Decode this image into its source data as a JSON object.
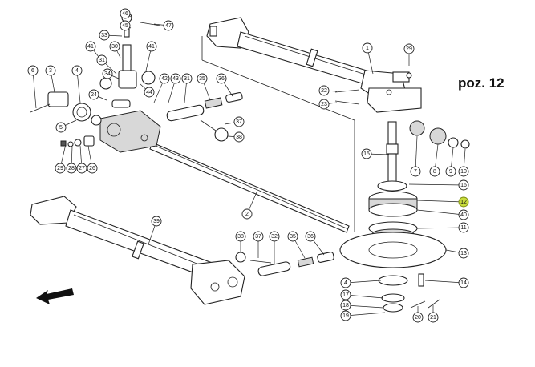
{
  "title": "poz. 12",
  "highlight_color": "#c8dc3c",
  "callouts": [
    {
      "id": "c46",
      "label": "46"
    },
    {
      "id": "c45",
      "label": "45"
    },
    {
      "id": "c47",
      "label": "47"
    },
    {
      "id": "c33",
      "label": "33"
    },
    {
      "id": "c41a",
      "label": "41"
    },
    {
      "id": "c30",
      "label": "30"
    },
    {
      "id": "c31a",
      "label": "31"
    },
    {
      "id": "c41b",
      "label": "41"
    },
    {
      "id": "c34",
      "label": "34"
    },
    {
      "id": "c44",
      "label": "44"
    },
    {
      "id": "c6",
      "label": "6"
    },
    {
      "id": "c3",
      "label": "3"
    },
    {
      "id": "c4",
      "label": "4"
    },
    {
      "id": "c24",
      "label": "24"
    },
    {
      "id": "c42",
      "label": "42"
    },
    {
      "id": "c43",
      "label": "43"
    },
    {
      "id": "c31b",
      "label": "31"
    },
    {
      "id": "c35a",
      "label": "35"
    },
    {
      "id": "c36a",
      "label": "36"
    },
    {
      "id": "c37a",
      "label": "37"
    },
    {
      "id": "c38a",
      "label": "38"
    },
    {
      "id": "c5",
      "label": "5"
    },
    {
      "id": "c29a",
      "label": "29"
    },
    {
      "id": "c28",
      "label": "28"
    },
    {
      "id": "c27",
      "label": "27"
    },
    {
      "id": "c26",
      "label": "26"
    },
    {
      "id": "c1",
      "label": "1"
    },
    {
      "id": "c29b",
      "label": "29"
    },
    {
      "id": "c22",
      "label": "22"
    },
    {
      "id": "c23",
      "label": "23"
    },
    {
      "id": "c15",
      "label": "15"
    },
    {
      "id": "c7",
      "label": "7"
    },
    {
      "id": "c8",
      "label": "8"
    },
    {
      "id": "c9",
      "label": "9"
    },
    {
      "id": "c10",
      "label": "10"
    },
    {
      "id": "c16",
      "label": "16"
    },
    {
      "id": "c12",
      "label": "12"
    },
    {
      "id": "c40",
      "label": "40"
    },
    {
      "id": "c11",
      "label": "11"
    },
    {
      "id": "c13",
      "label": "13"
    },
    {
      "id": "c2",
      "label": "2"
    },
    {
      "id": "c39",
      "label": "39"
    },
    {
      "id": "c38b",
      "label": "38"
    },
    {
      "id": "c37b",
      "label": "37"
    },
    {
      "id": "c32",
      "label": "32"
    },
    {
      "id": "c35b",
      "label": "35"
    },
    {
      "id": "c36b",
      "label": "36"
    },
    {
      "id": "c4b",
      "label": "4"
    },
    {
      "id": "c14",
      "label": "14"
    },
    {
      "id": "c17",
      "label": "17"
    },
    {
      "id": "c18",
      "label": "18"
    },
    {
      "id": "c19",
      "label": "19"
    },
    {
      "id": "c20",
      "label": "20"
    },
    {
      "id": "c21",
      "label": "21"
    }
  ],
  "highlighted_part": "12"
}
